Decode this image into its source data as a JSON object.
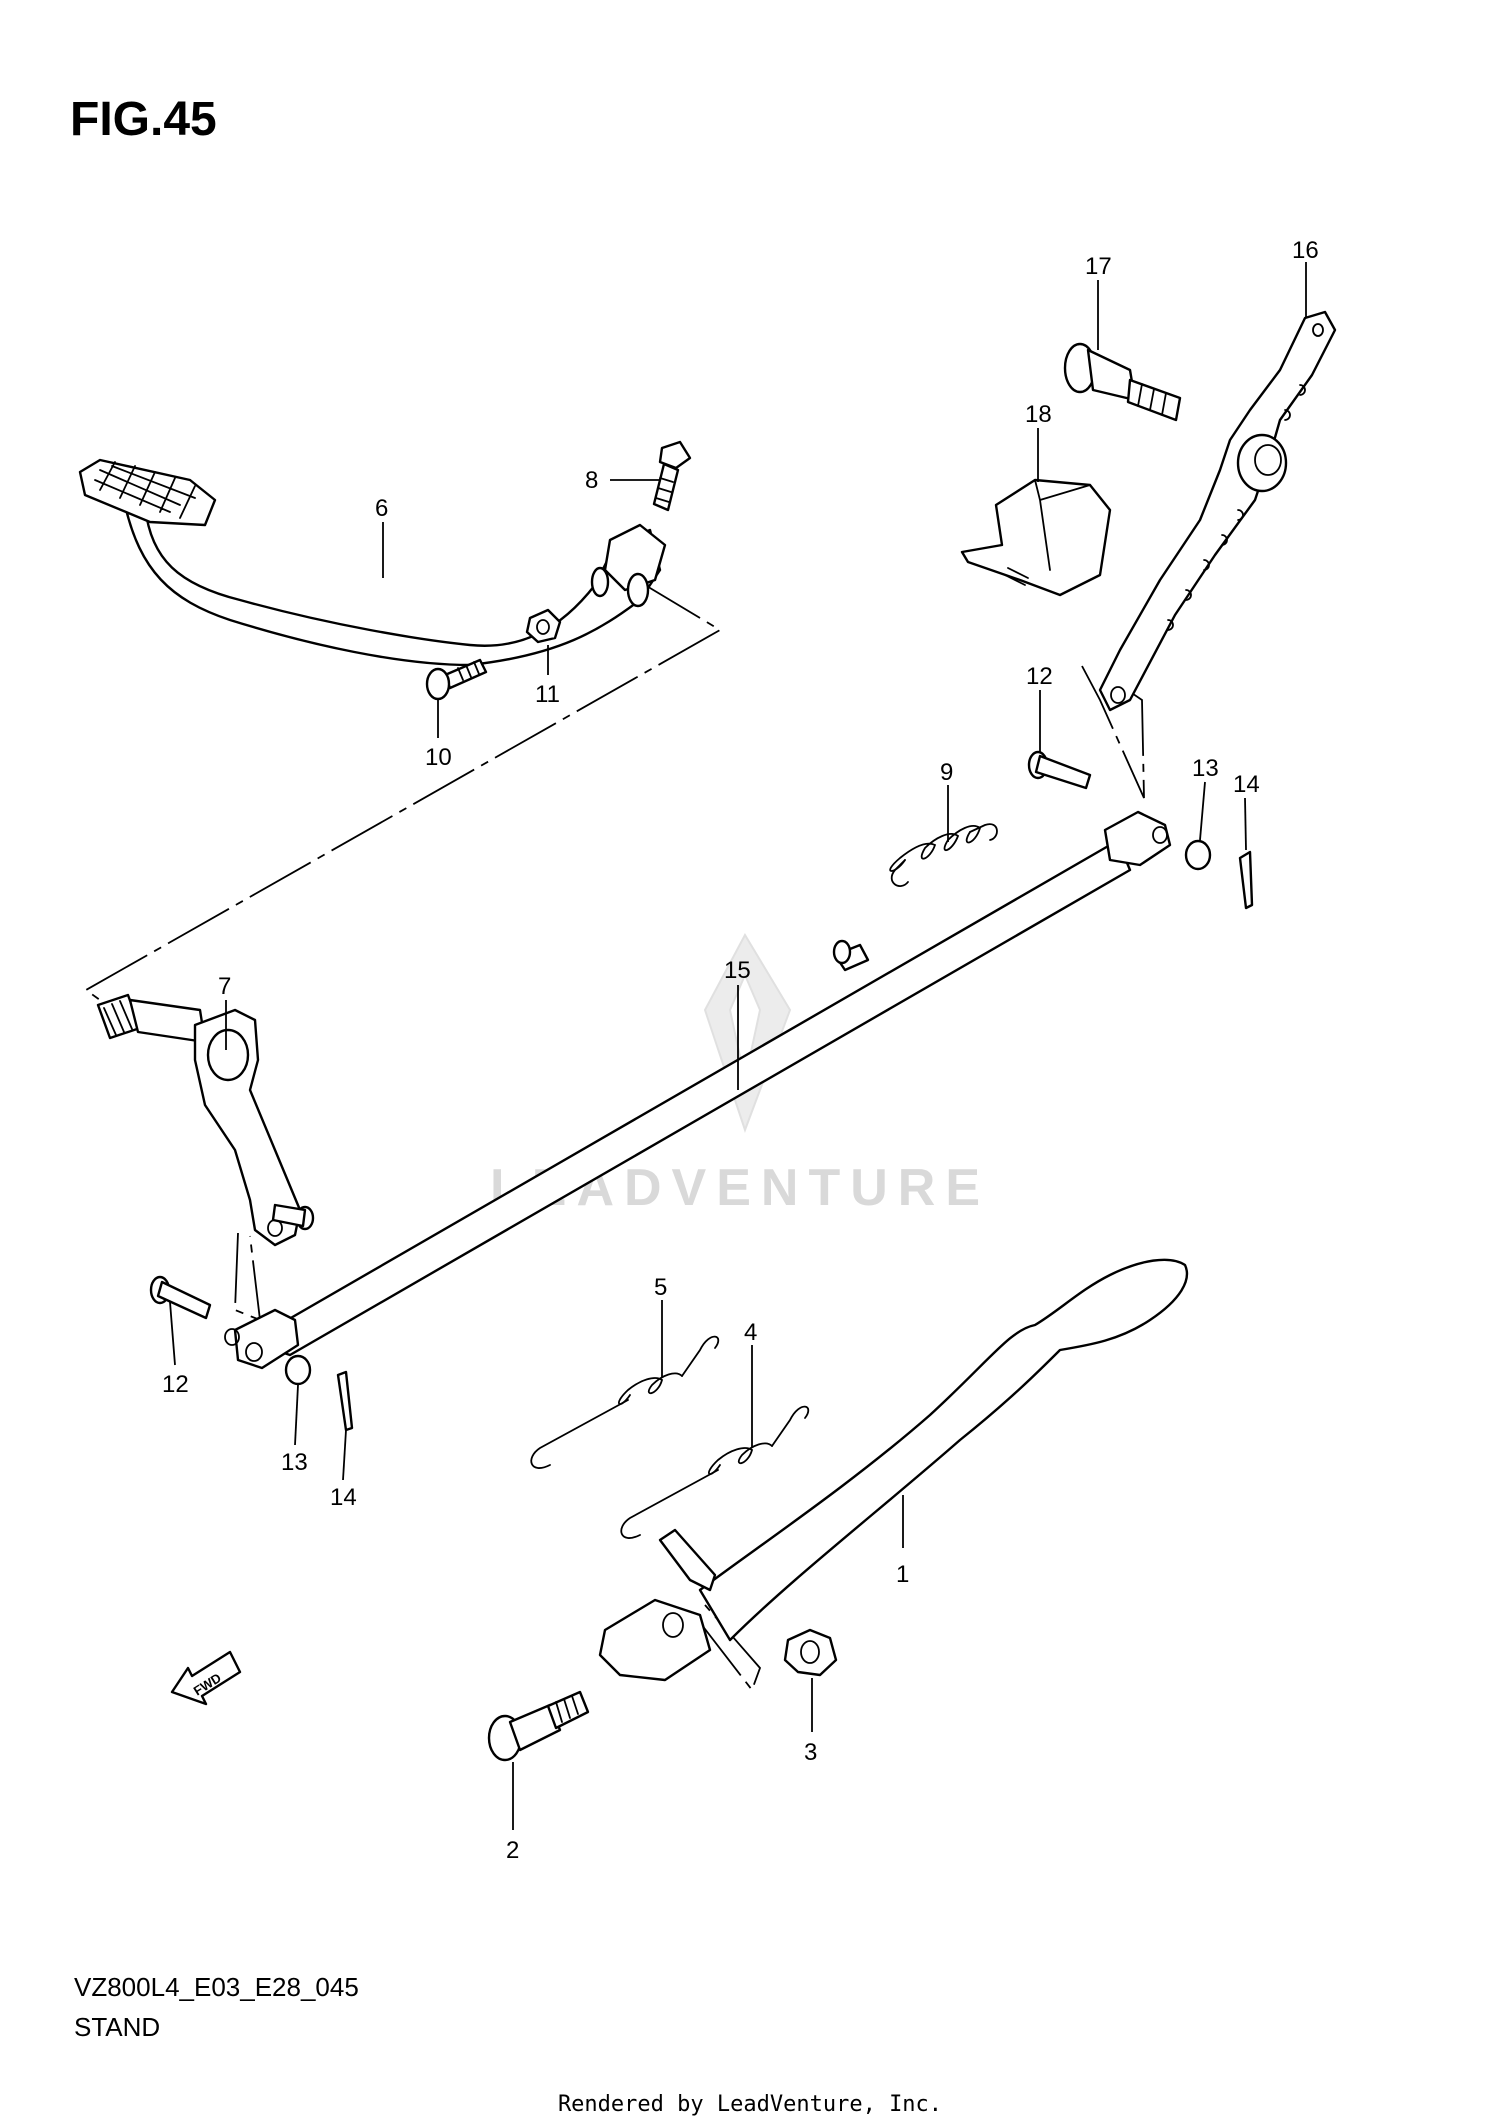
{
  "figure": {
    "title": "FIG.45",
    "model_code": "VZ800L4_E03_E28_045",
    "caption": "STAND"
  },
  "callouts": [
    {
      "id": "1",
      "label": "1"
    },
    {
      "id": "2",
      "label": "2"
    },
    {
      "id": "3",
      "label": "3"
    },
    {
      "id": "4",
      "label": "4"
    },
    {
      "id": "5",
      "label": "5"
    },
    {
      "id": "6",
      "label": "6"
    },
    {
      "id": "7",
      "label": "7"
    },
    {
      "id": "8",
      "label": "8"
    },
    {
      "id": "9",
      "label": "9"
    },
    {
      "id": "10",
      "label": "10"
    },
    {
      "id": "11",
      "label": "11"
    },
    {
      "id": "12a",
      "label": "12"
    },
    {
      "id": "12b",
      "label": "12"
    },
    {
      "id": "13a",
      "label": "13"
    },
    {
      "id": "13b",
      "label": "13"
    },
    {
      "id": "14a",
      "label": "14"
    },
    {
      "id": "14b",
      "label": "14"
    },
    {
      "id": "15",
      "label": "15"
    },
    {
      "id": "16",
      "label": "16"
    },
    {
      "id": "17",
      "label": "17"
    },
    {
      "id": "18",
      "label": "18"
    }
  ],
  "fwd_arrow": {
    "label": "FWD",
    "icon": "forward-arrow-icon"
  },
  "watermark": "LEADVENTURE",
  "footer": "Rendered by LeadVenture, Inc."
}
